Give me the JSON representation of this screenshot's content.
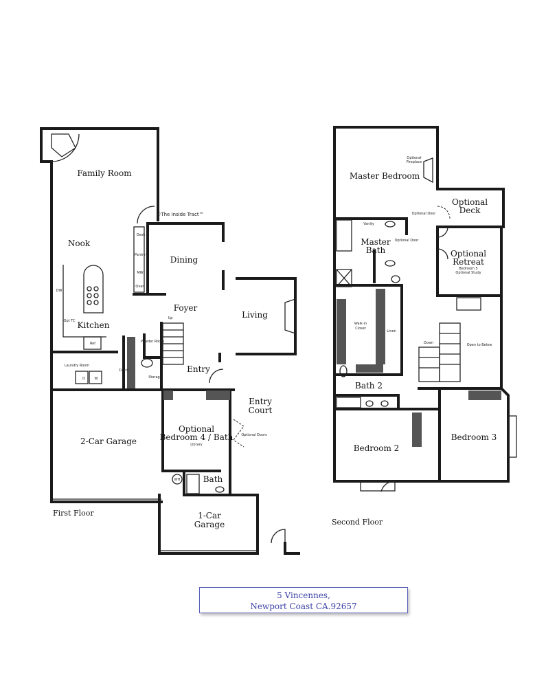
{
  "first_floor": {
    "caption": "First Floor",
    "copyright": "©The Inside Tract™",
    "rooms": {
      "family_room": "Family Room",
      "nook": "Nook",
      "dining": "Dining",
      "kitchen": "Kitchen",
      "foyer": "Foyer",
      "living": "Living",
      "entry": "Entry",
      "entry_court_1": "Entry",
      "entry_court_2": "Court",
      "garage2": "2-Car Garage",
      "bed4_1": "Optional",
      "bed4_2": "Bedroom 4 / Bath",
      "library": "Library",
      "bath": "Bath",
      "garage1_1": "1-Car",
      "garage1_2": "Garage",
      "laundry": "Laundry Room"
    },
    "fixtures": {
      "desk": "Desk",
      "pantry": "Pantry",
      "mw": "MW",
      "oven": "Oven",
      "dw": "DW",
      "opt_tc": "Opt TC",
      "ref": "Ref",
      "up": "Up",
      "powder_room": "Powder Room",
      "coats": "Coats",
      "storage": "Storage",
      "d": "D",
      "w": "W",
      "wh": "WH",
      "optional_doors": "Optional Doors"
    }
  },
  "second_floor": {
    "caption": "Second Floor",
    "rooms": {
      "master_bedroom": "Master Bedroom",
      "optional_deck_1": "Optional",
      "optional_deck_2": "Deck",
      "master_bath_1": "Master",
      "master_bath_2": "Bath",
      "retreat_1": "Optional",
      "retreat_2": "Retreat",
      "retreat_sub_1": "Bedroom 5",
      "retreat_sub_2": "Optional Study",
      "walk_in_1": "Walk-in",
      "walk_in_2": "Closet",
      "linen": "Linen",
      "open_to_below": "Open to Below",
      "bath2": "Bath 2",
      "bedroom2": "Bedroom 2",
      "bedroom3": "Bedroom 3"
    },
    "fixtures": {
      "optional_fireplace_1": "Optional",
      "optional_fireplace_2": "Fireplace",
      "optional_door": "Optional Door",
      "optional_door_2": "Optional Door",
      "vanity": "Vanity",
      "down": "Down"
    }
  },
  "address": {
    "line1": "5 Vincennes,",
    "line2": "Newport Coast CA.92657",
    "color": "#3c42a6"
  }
}
